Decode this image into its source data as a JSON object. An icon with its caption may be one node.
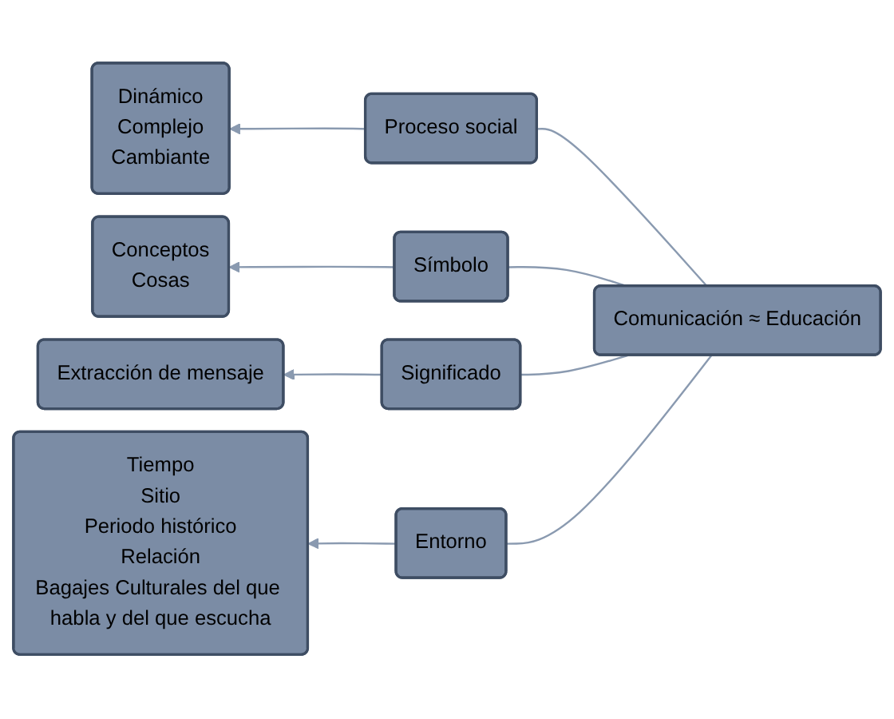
{
  "diagram": {
    "nodes": [
      {
        "text": [
          "Dinámico",
          "Complejo",
          "Cambiante"
        ]
      },
      {
        "text": [
          "Proceso social"
        ]
      },
      {
        "text": [
          "Conceptos",
          "Cosas"
        ]
      },
      {
        "text": [
          "Símbolo"
        ]
      },
      {
        "text": [
          "Extracción de mensaje"
        ]
      },
      {
        "text": [
          "Significado"
        ]
      },
      {
        "text": [
          "Tiempo",
          "Sitio",
          "Periodo histórico",
          "Relación",
          "Bagajes Culturales del que habla y del que escucha"
        ]
      },
      {
        "text": [
          "Entorno"
        ]
      },
      {
        "text": [
          "Comunicación ≈ Educación"
        ]
      }
    ],
    "edges": [
      {
        "from": 8,
        "to": 1,
        "arrow": "none"
      },
      {
        "from": 8,
        "to": 3,
        "arrow": "none"
      },
      {
        "from": 8,
        "to": 5,
        "arrow": "none"
      },
      {
        "from": 8,
        "to": 7,
        "arrow": "none"
      },
      {
        "from": 1,
        "to": 0,
        "arrow": "to"
      },
      {
        "from": 3,
        "to": 2,
        "arrow": "to"
      },
      {
        "from": 5,
        "to": 4,
        "arrow": "to"
      },
      {
        "from": 7,
        "to": 6,
        "arrow": "to"
      }
    ]
  }
}
